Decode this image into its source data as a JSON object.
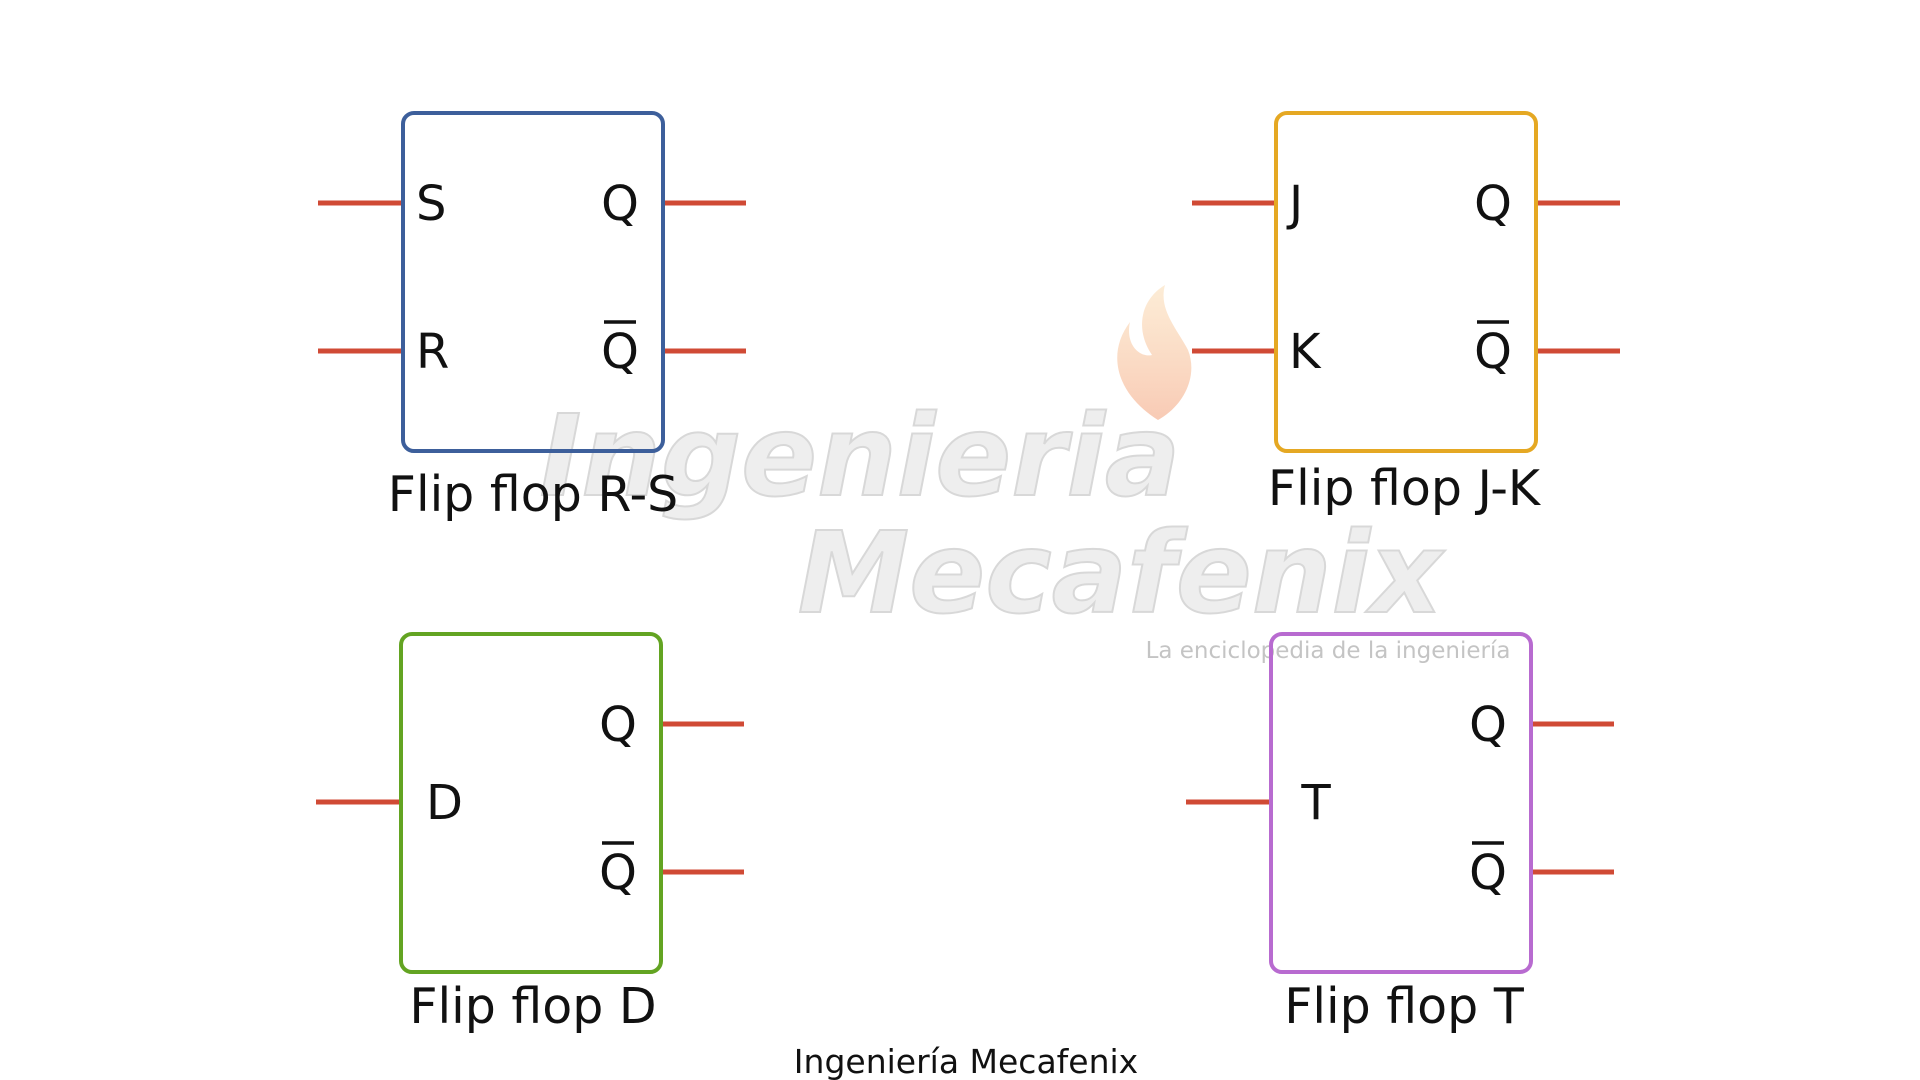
{
  "diagram": {
    "flip_flops": [
      {
        "id": "rs",
        "title": "Flip flop R-S",
        "border_color": "#3D5F9B",
        "inputs": [
          "S",
          "R"
        ],
        "outputs": [
          "Q",
          "Q"
        ],
        "output_bar": [
          false,
          true
        ]
      },
      {
        "id": "jk",
        "title": "Flip flop J-K",
        "border_color": "#E5A823",
        "inputs": [
          "J",
          "K"
        ],
        "outputs": [
          "Q",
          "Q"
        ],
        "output_bar": [
          false,
          true
        ]
      },
      {
        "id": "d",
        "title": "Flip flop D",
        "border_color": "#63A422",
        "inputs": [
          "D"
        ],
        "outputs": [
          "Q",
          "Q"
        ],
        "output_bar": [
          false,
          true
        ]
      },
      {
        "id": "t",
        "title": "Flip flop T",
        "border_color": "#B86BD0",
        "inputs": [
          "T"
        ],
        "outputs": [
          "Q",
          "Q"
        ],
        "output_bar": [
          false,
          true
        ]
      }
    ],
    "wire_color": "#D04A35",
    "caption": "Ingeniería Mecafenix"
  },
  "watermark": {
    "line1": "Ingenieria",
    "line2": "Mecafenix",
    "tagline": "La enciclopedia de la ingeniería"
  }
}
